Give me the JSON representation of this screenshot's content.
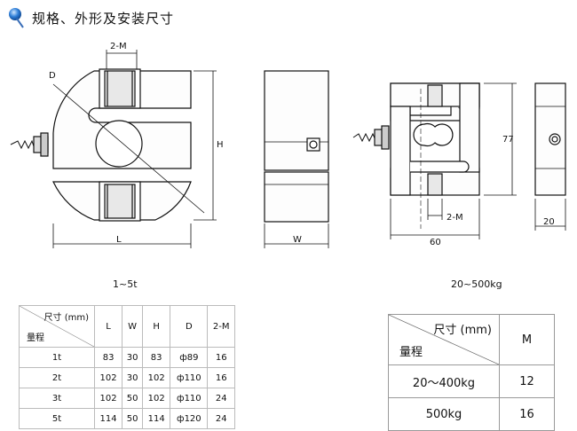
{
  "header": {
    "title": "规格、外形及安装尺寸"
  },
  "drawing_left": {
    "dim_2m": "2-M",
    "dim_d": "D",
    "dim_h": "H",
    "dim_l": "L",
    "dim_w": "W",
    "caption": "1~5t"
  },
  "drawing_right": {
    "dim_77": "77",
    "dim_2m": "2-M",
    "dim_60": "60",
    "dim_20": "20",
    "caption": "20~500kg"
  },
  "table_small": {
    "header_top": "尺寸 (mm)",
    "header_bottom": "量程",
    "columns": [
      "L",
      "W",
      "H",
      "D",
      "2-M"
    ],
    "rows": [
      [
        "1t",
        "83",
        "30",
        "83",
        "ф89",
        "16"
      ],
      [
        "2t",
        "102",
        "30",
        "102",
        "ф110",
        "16"
      ],
      [
        "3t",
        "102",
        "50",
        "102",
        "ф110",
        "24"
      ],
      [
        "5t",
        "114",
        "50",
        "114",
        "ф120",
        "24"
      ]
    ]
  },
  "table_big": {
    "header_top": "尺寸 (mm)",
    "header_bottom": "量程",
    "column": "M",
    "rows": [
      [
        "20～400kg",
        "12"
      ],
      [
        "500kg",
        "16"
      ]
    ]
  }
}
